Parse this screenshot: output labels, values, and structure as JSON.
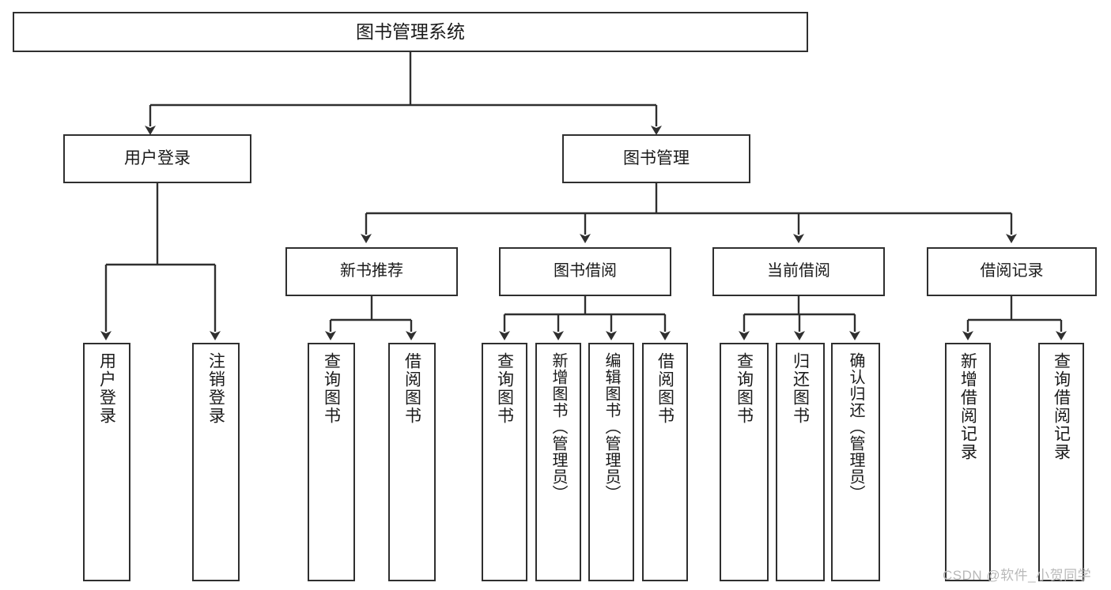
{
  "diagram": {
    "title": "图书管理系统",
    "type": "tree-hierarchy-diagram",
    "root": {
      "id": "root",
      "label": "图书管理系统"
    },
    "level2": [
      {
        "id": "user-login",
        "label": "用户登录"
      },
      {
        "id": "book-manage",
        "label": "图书管理"
      }
    ],
    "level3": [
      {
        "id": "new-book-recommend",
        "label": "新书推荐"
      },
      {
        "id": "book-borrow",
        "label": "图书借阅"
      },
      {
        "id": "current-borrow",
        "label": "当前借阅"
      },
      {
        "id": "borrow-record",
        "label": "借阅记录"
      }
    ],
    "leaves": {
      "user_login": [
        {
          "id": "leaf-user-login",
          "label": "用户登录"
        },
        {
          "id": "leaf-logout-login",
          "label": "注销登录"
        }
      ],
      "new_book_recommend": [
        {
          "id": "leaf-query-book-1",
          "label": "查询图书"
        },
        {
          "id": "leaf-borrow-book-1",
          "label": "借阅图书"
        }
      ],
      "book_borrow": [
        {
          "id": "leaf-query-book-2",
          "label": "查询图书"
        },
        {
          "id": "leaf-add-book-admin",
          "label": "新增图书（管理员）"
        },
        {
          "id": "leaf-edit-book-admin",
          "label": "编辑图书（管理员）"
        },
        {
          "id": "leaf-borrow-book-2",
          "label": "借阅图书"
        }
      ],
      "current_borrow": [
        {
          "id": "leaf-query-book-3",
          "label": "查询图书"
        },
        {
          "id": "leaf-return-book",
          "label": "归还图书"
        },
        {
          "id": "leaf-confirm-return-admin",
          "label": "确认归还（管理员）"
        }
      ],
      "borrow_record": [
        {
          "id": "leaf-add-borrow-record",
          "label": "新增借阅记录"
        },
        {
          "id": "leaf-query-borrow-record",
          "label": "查询借阅记录"
        }
      ]
    },
    "colors": {
      "stroke": "#2f2f2f",
      "background": "#ffffff",
      "text": "#1a1a1a",
      "watermark": "#b9b9b9"
    }
  },
  "watermark": {
    "text": "CSDN @软件_小贺同学"
  }
}
